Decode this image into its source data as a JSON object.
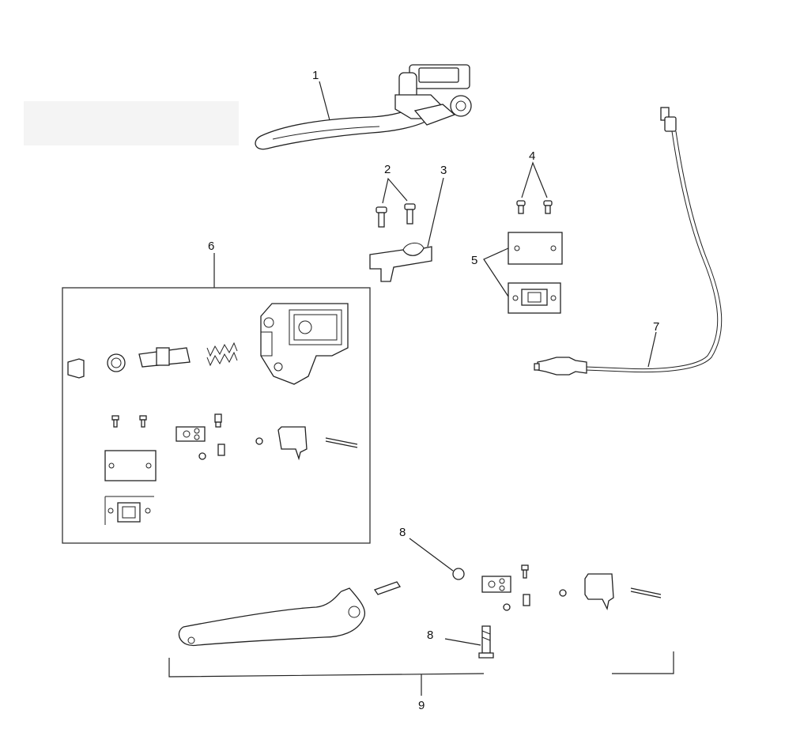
{
  "callouts": {
    "c1": "1",
    "c2": "2",
    "c3": "3",
    "c4": "4",
    "c5": "5",
    "c6": "6",
    "c7": "7",
    "c8a": "8",
    "c8b": "8",
    "c9": "9"
  },
  "colors": {
    "line": "#222222",
    "background": "#ffffff"
  }
}
